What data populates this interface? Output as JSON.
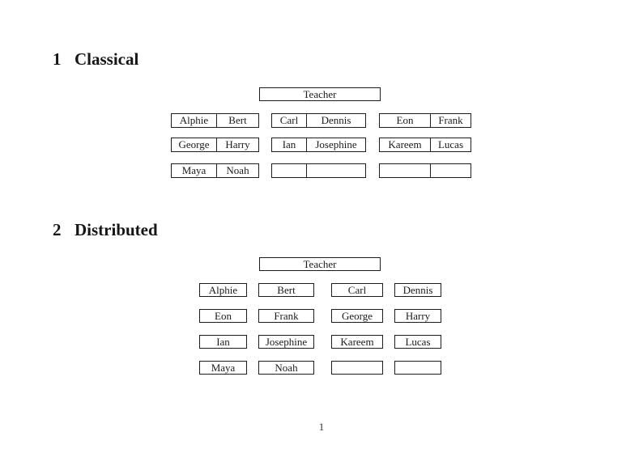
{
  "page": {
    "number": "1",
    "background_color": "#ffffff",
    "border_color": "#1d1d1d",
    "text_color": "#1b1b1b"
  },
  "sections": [
    {
      "number": "1",
      "title": "Classical",
      "teacher_label": "Teacher",
      "rows": [
        [
          [
            "Alphie",
            "Bert"
          ],
          [
            "Carl",
            "Dennis"
          ],
          [
            "Eon",
            "Frank"
          ]
        ],
        [
          [
            "George",
            "Harry"
          ],
          [
            "Ian",
            "Josephine"
          ],
          [
            "Kareem",
            "Lucas"
          ]
        ],
        [
          [
            "Maya",
            "Noah"
          ],
          [
            "",
            ""
          ],
          [
            "",
            ""
          ]
        ]
      ]
    },
    {
      "number": "2",
      "title": "Distributed",
      "teacher_label": "Teacher",
      "rows": [
        [
          "Alphie",
          "Bert",
          "Carl",
          "Dennis"
        ],
        [
          "Eon",
          "Frank",
          "George",
          "Harry"
        ],
        [
          "Ian",
          "Josephine",
          "Kareem",
          "Lucas"
        ],
        [
          "Maya",
          "Noah",
          "",
          ""
        ]
      ]
    }
  ]
}
